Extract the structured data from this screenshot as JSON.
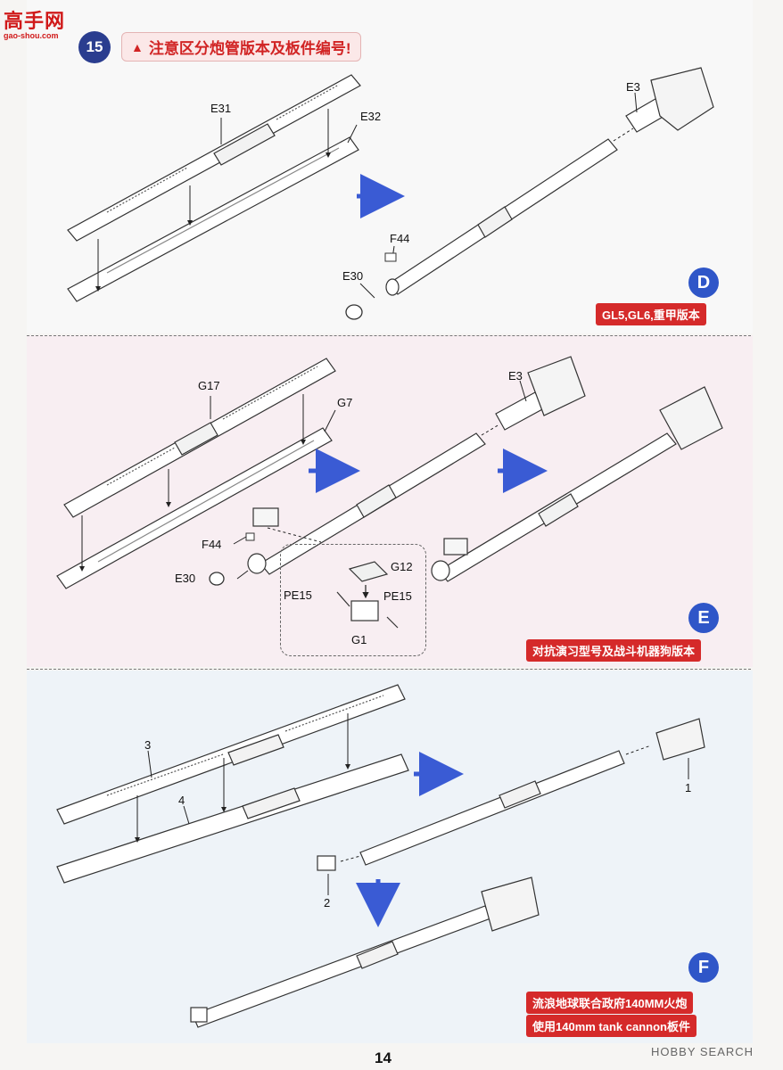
{
  "watermark": {
    "main": "高手网",
    "sub": "gao-shou.com"
  },
  "header": {
    "step_number": "15",
    "warning": "注意区分炮管版本及板件编号!"
  },
  "section_d": {
    "labels": {
      "E31": "E31",
      "E32": "E32",
      "E3": "E3",
      "F44": "F44",
      "E30": "E30"
    },
    "version_letter": "D",
    "version_caption": "GL5,GL6,重甲版本"
  },
  "section_e": {
    "labels": {
      "G17": "G17",
      "G7": "G7",
      "E3": "E3",
      "F44": "F44",
      "E30": "E30",
      "G12": "G12",
      "PE15_a": "PE15",
      "PE15_b": "PE15",
      "G1": "G1"
    },
    "version_letter": "E",
    "version_caption": "对抗演习型号及战斗机器狗版本"
  },
  "section_f": {
    "labels": {
      "p3": "3",
      "p4": "4",
      "p1": "1",
      "p2": "2"
    },
    "version_letter": "F",
    "version_caption_1": "流浪地球联合政府140MM火炮",
    "version_caption_2": "使用140mm tank cannon板件"
  },
  "footer": {
    "page_number": "14",
    "brand": "HOBBY SEARCH"
  },
  "colors": {
    "accent_blue": "#2f56c8",
    "step_navy": "#2a3d8f",
    "badge_red": "#d52a2a",
    "arrow_blue": "#3a5bd4"
  }
}
